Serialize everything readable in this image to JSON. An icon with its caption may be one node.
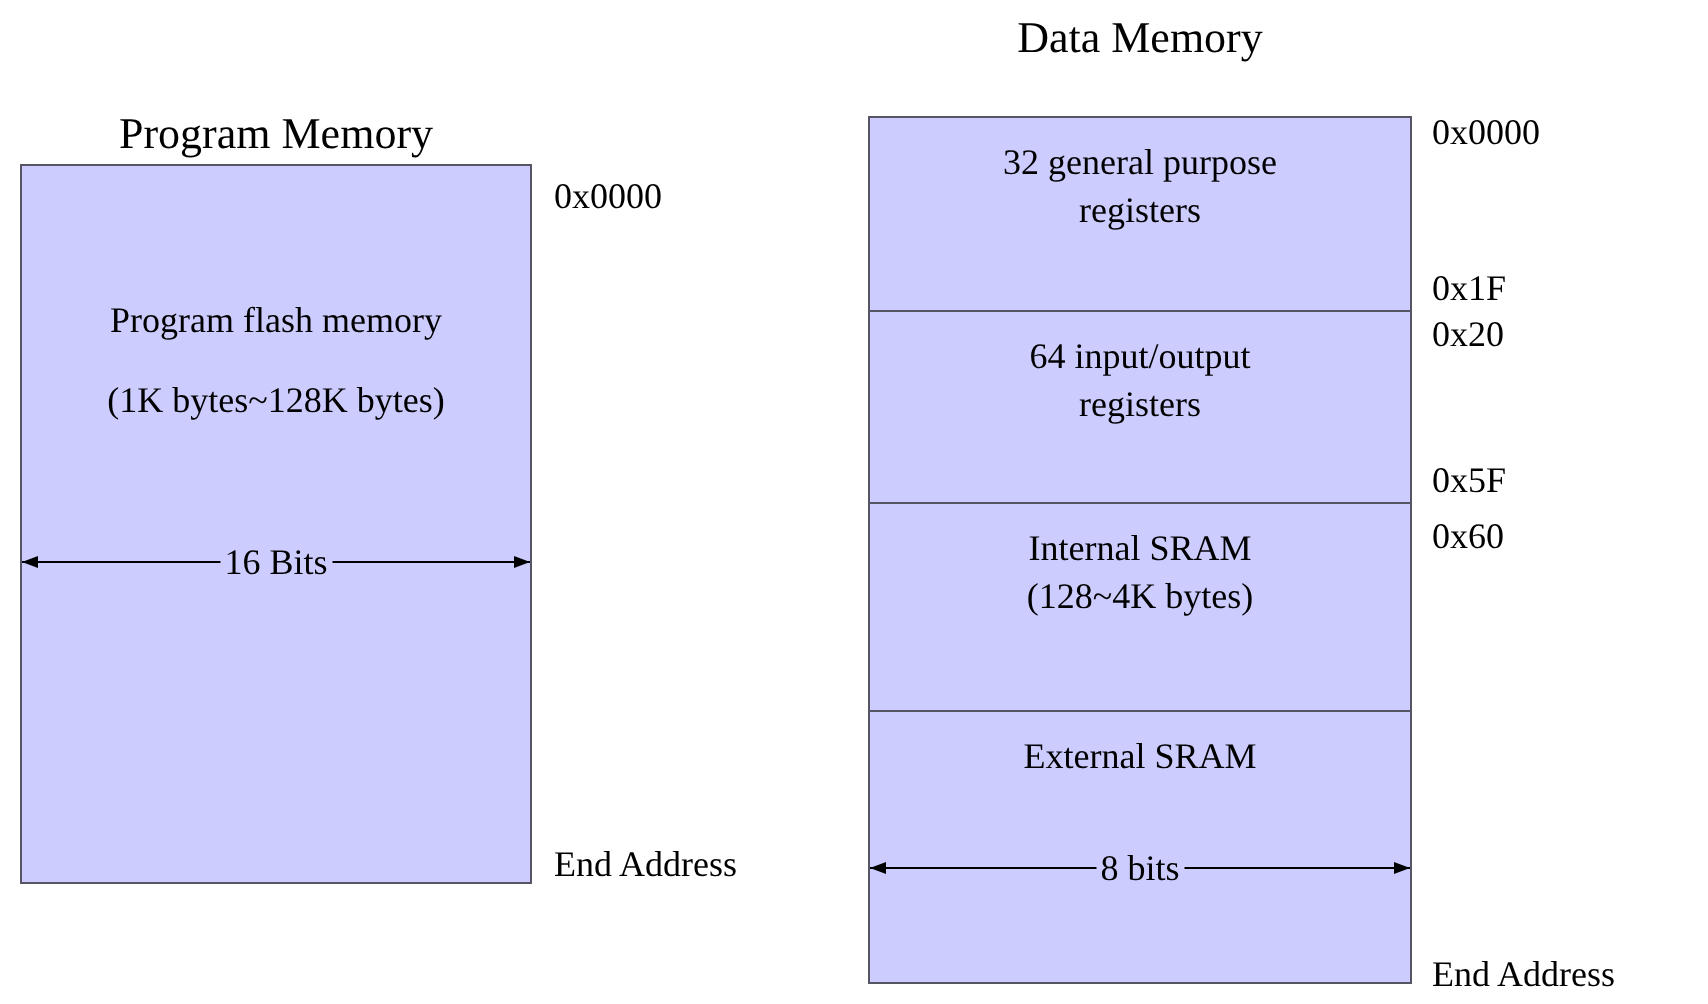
{
  "diagram": {
    "nodes": [
      {
        "text": [
          "Program Memory",
          "Program flash memory",
          "(1K bytes~128K bytes)"
        ]
      },
      {
        "text": [
          "Data Memory"
        ]
      },
      {
        "text": [
          "32 general purpose registers"
        ],
        "in": 1
      },
      {
        "text": [
          "64 input/output registers"
        ],
        "in": 1
      },
      {
        "text": [
          "Internal SRAM",
          "(128~4K bytes)"
        ],
        "in": 1
      },
      {
        "text": [
          "External SRAM"
        ],
        "in": 1
      }
    ],
    "labels": [
      "0x0000",
      "0x0000",
      "0x1F",
      "0x20",
      "0x5F",
      "0x60",
      "16 Bits",
      "End Address",
      "8 bits",
      "End Address"
    ]
  }
}
